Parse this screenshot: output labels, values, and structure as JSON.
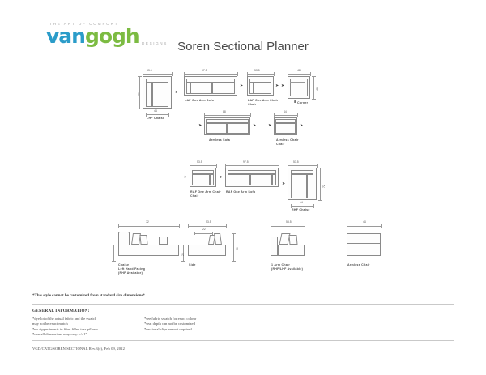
{
  "logo": {
    "tagline": "THE ART OF COMFORT",
    "word_van": "van",
    "word_gogh": "gogh",
    "designs": "DESIGNS",
    "color_van": "#2b9cc9",
    "color_gogh": "#7cbb42",
    "color_tagline": "#a8a8a8"
  },
  "title": "Soren Sectional Planner",
  "rows": {
    "row1": [
      {
        "label": "LHF Chaise",
        "w": "53.5",
        "d": "44",
        "h": "72"
      },
      {
        "label": "LAF One Arm Sofa",
        "w": "97.5"
      },
      {
        "label": "LAF One Arm Chair",
        "w": "53.5"
      },
      {
        "label": "Corner",
        "w": "48",
        "h": "48"
      }
    ],
    "row2": [
      {
        "label": "Armless Sofa",
        "w": "88"
      },
      {
        "label": "Armless Chair",
        "w": "44"
      }
    ],
    "row3": [
      {
        "label": "RAF One Arm Chair",
        "w": "53.5"
      },
      {
        "label": "RAF One Arm Sofa",
        "w": "97.5"
      },
      {
        "label": "RHF Chaise",
        "w": "53.5",
        "d": "44",
        "h": "72"
      }
    ],
    "row4": [
      {
        "label": "Chaise",
        "label2": "Left Hand Facing",
        "label3": "(RHF Available)",
        "w": "72",
        "h": "30"
      },
      {
        "label": "Side",
        "w": "53.5",
        "w2": "22",
        "h": "20",
        "h2": "30"
      },
      {
        "label": "1 Arm Chair",
        "label2": "(RHF/LHF Available)",
        "w": "53.5"
      },
      {
        "label": "Armless Chair",
        "w": "44"
      }
    ]
  },
  "footer": {
    "note": "*This style cannot be customized from standard size dimensions*",
    "general_title": "GENERAL INFORMATION:",
    "left_notes": [
      "*dye lot of the actual fabric and the swatch",
      "  may not be exact match",
      "*no zipper/inserts in fibre filled toss pillows",
      "*overall dimensions may vary +/- 1\""
    ],
    "right_notes": [
      "*see fabric swatch for exact colour",
      "*seat depth can not be customized",
      "*sectional clips are not required"
    ],
    "docref": "VGD/CATG/SOREN SECTIONAL Rev.3(c), Feb 09, 2022"
  }
}
